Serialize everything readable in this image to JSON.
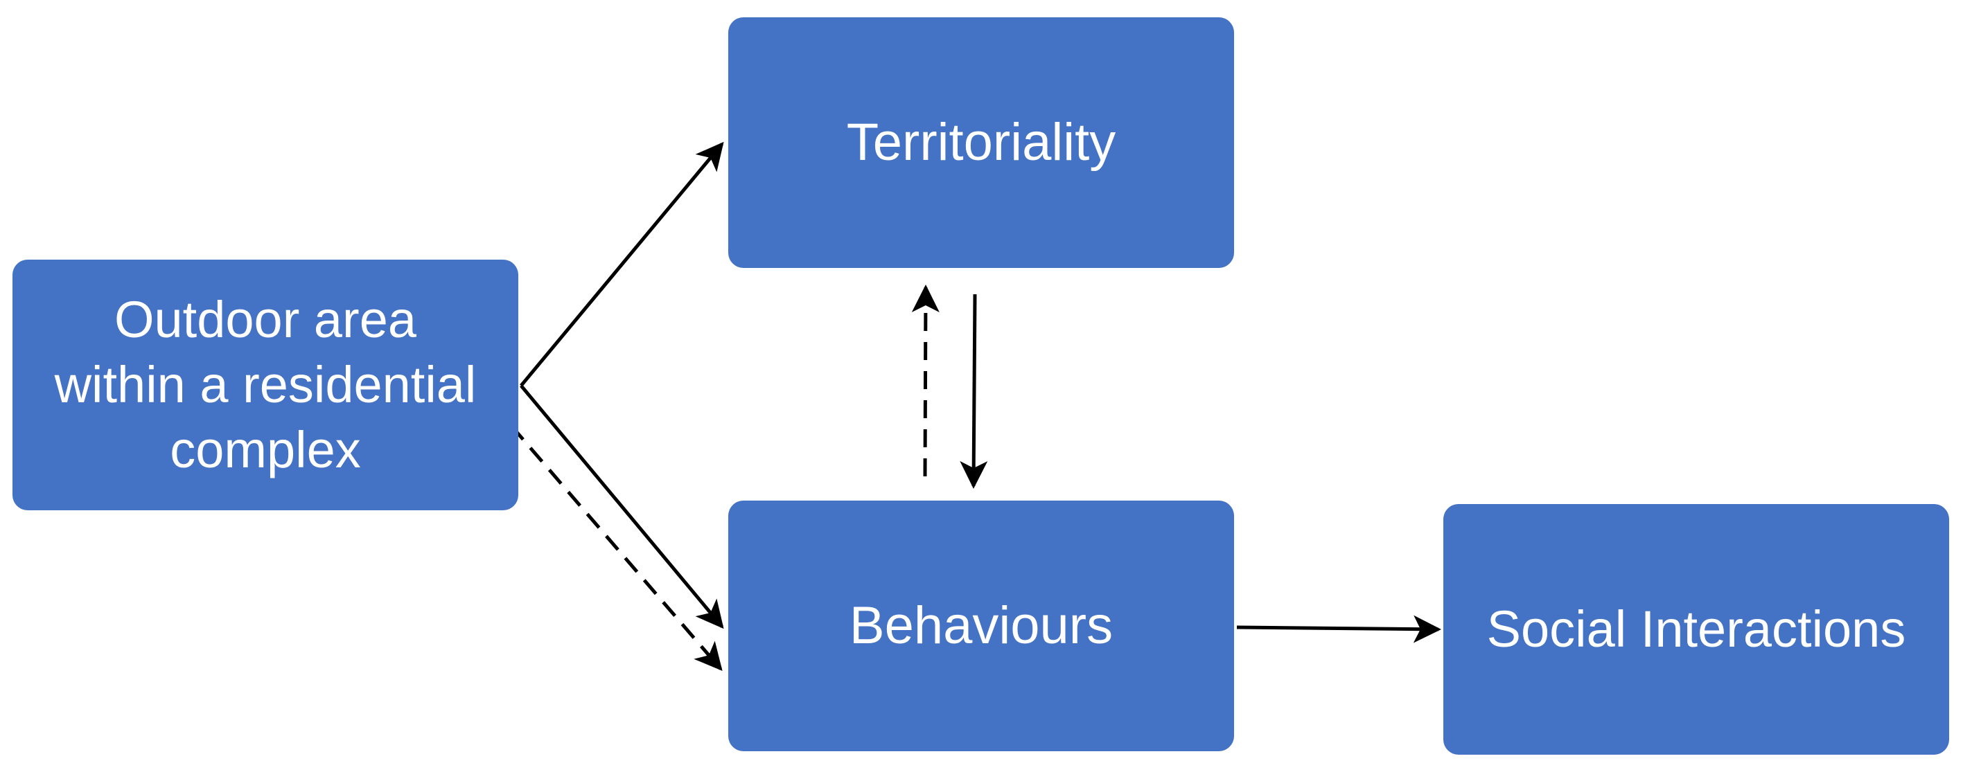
{
  "diagram": {
    "nodes": [
      {
        "id": "outdoor",
        "label": "Outdoor area\nwithin a residential\ncomplex"
      },
      {
        "id": "territoriality",
        "label": "Territoriality"
      },
      {
        "id": "behaviours",
        "label": "Behaviours"
      },
      {
        "id": "social",
        "label": "Social Interactions"
      }
    ],
    "edges": [
      {
        "from": "outdoor",
        "to": "territoriality",
        "style": "solid"
      },
      {
        "from": "outdoor",
        "to": "behaviours",
        "style": "solid"
      },
      {
        "from": "outdoor",
        "to": "behaviours",
        "style": "dashed"
      },
      {
        "from": "territoriality",
        "to": "behaviours",
        "style": "solid"
      },
      {
        "from": "behaviours",
        "to": "territoriality",
        "style": "dashed"
      },
      {
        "from": "behaviours",
        "to": "social",
        "style": "solid"
      }
    ],
    "colors": {
      "node_fill": "#4472c4",
      "node_text": "#ffffff",
      "arrow": "#000000"
    }
  }
}
